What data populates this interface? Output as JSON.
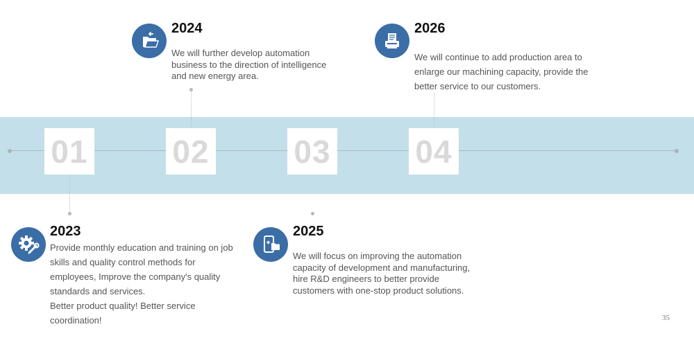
{
  "timeline": {
    "numbers": [
      "01",
      "02",
      "03",
      "04"
    ],
    "band_color": "#c2dfea",
    "icon_color": "#3b6ea6"
  },
  "milestones": [
    {
      "year": "2023",
      "icon": "gear-wrench-icon",
      "lines": [
        "Provide monthly education and training on job skills and quality control methods for employees, Improve the company's quality standards and services.",
        "Better product quality! Better service coordination!"
      ]
    },
    {
      "year": "2024",
      "icon": "folder-arrow-icon",
      "lines": [
        "We will further develop automation business to the direction of intelligence and new energy area."
      ]
    },
    {
      "year": "2025",
      "icon": "phone-folder-icon",
      "lines": [
        "We will focus on improving the automation capacity of development and manufacturing, hire R&D engineers to better provide customers with one-stop product solutions."
      ]
    },
    {
      "year": "2026",
      "icon": "printer-document-icon",
      "lines": [
        "We will continue to add production area to enlarge our machining capacity, provide the better service to our customers."
      ]
    }
  ],
  "page_number": "35"
}
